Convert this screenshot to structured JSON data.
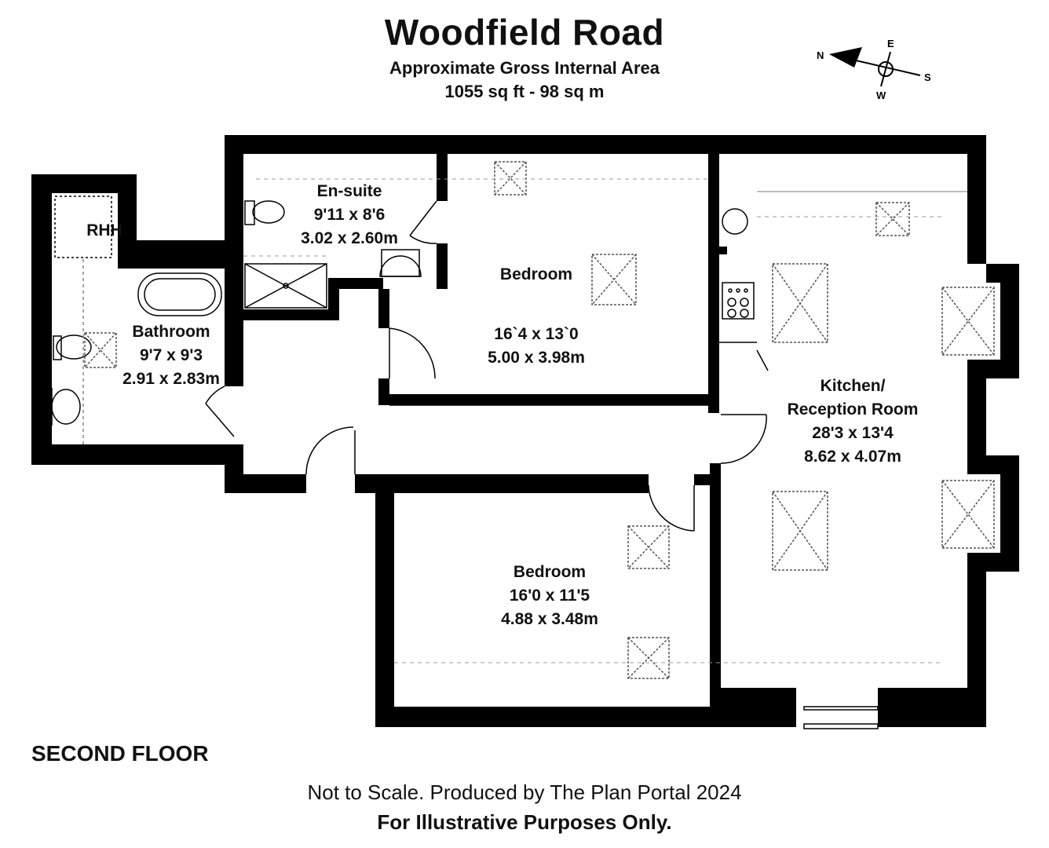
{
  "header": {
    "title": "Woodfield Road",
    "subtitle": "Approximate Gross Internal Area",
    "area": "1055 sq ft - 98 sq m"
  },
  "compass": {
    "n": "N",
    "e": "E",
    "s": "S",
    "w": "W"
  },
  "rooms": {
    "ensuite": {
      "name": "En-suite",
      "imperial": "9'11 x 8'6",
      "metric": "3.02 x 2.60m"
    },
    "bedroom1": {
      "name": "Bedroom",
      "imperial": "16`4 x 13`0",
      "metric": "5.00 x 3.98m"
    },
    "bathroom": {
      "name": "Bathroom",
      "imperial": "9'7 x 9'3",
      "metric": "2.91 x 2.83m"
    },
    "kitchen": {
      "name_line1": "Kitchen/",
      "name_line2": "Reception Room",
      "imperial": "28'3 x 13'4",
      "metric": "8.62 x 4.07m"
    },
    "bedroom2": {
      "name": "Bedroom",
      "imperial": "16'0 x 11'5",
      "metric": "4.88 x 3.48m"
    },
    "rhh": "RHH"
  },
  "floor_label": "SECOND FLOOR",
  "footer": {
    "line1": "Not to Scale. Produced by The Plan Portal 2024",
    "line2": "For Illustrative Purposes Only."
  }
}
